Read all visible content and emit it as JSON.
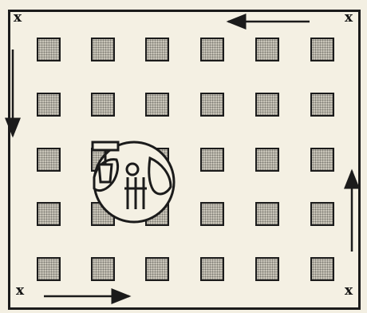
{
  "corners": {
    "top_left": "x",
    "top_right": "x",
    "bottom_left": "x",
    "bottom_right": "x"
  },
  "grid": {
    "rows": 5,
    "cols": 6
  },
  "icons": {
    "robot": "robot-with-globe-icon",
    "arrows": [
      "arrow-left-icon",
      "arrow-down-icon",
      "arrow-right-icon",
      "arrow-up-icon"
    ]
  },
  "colors": {
    "ink": "#1b1b1b",
    "paper": "#f4f0e3",
    "cell": "#c8c4b8"
  }
}
